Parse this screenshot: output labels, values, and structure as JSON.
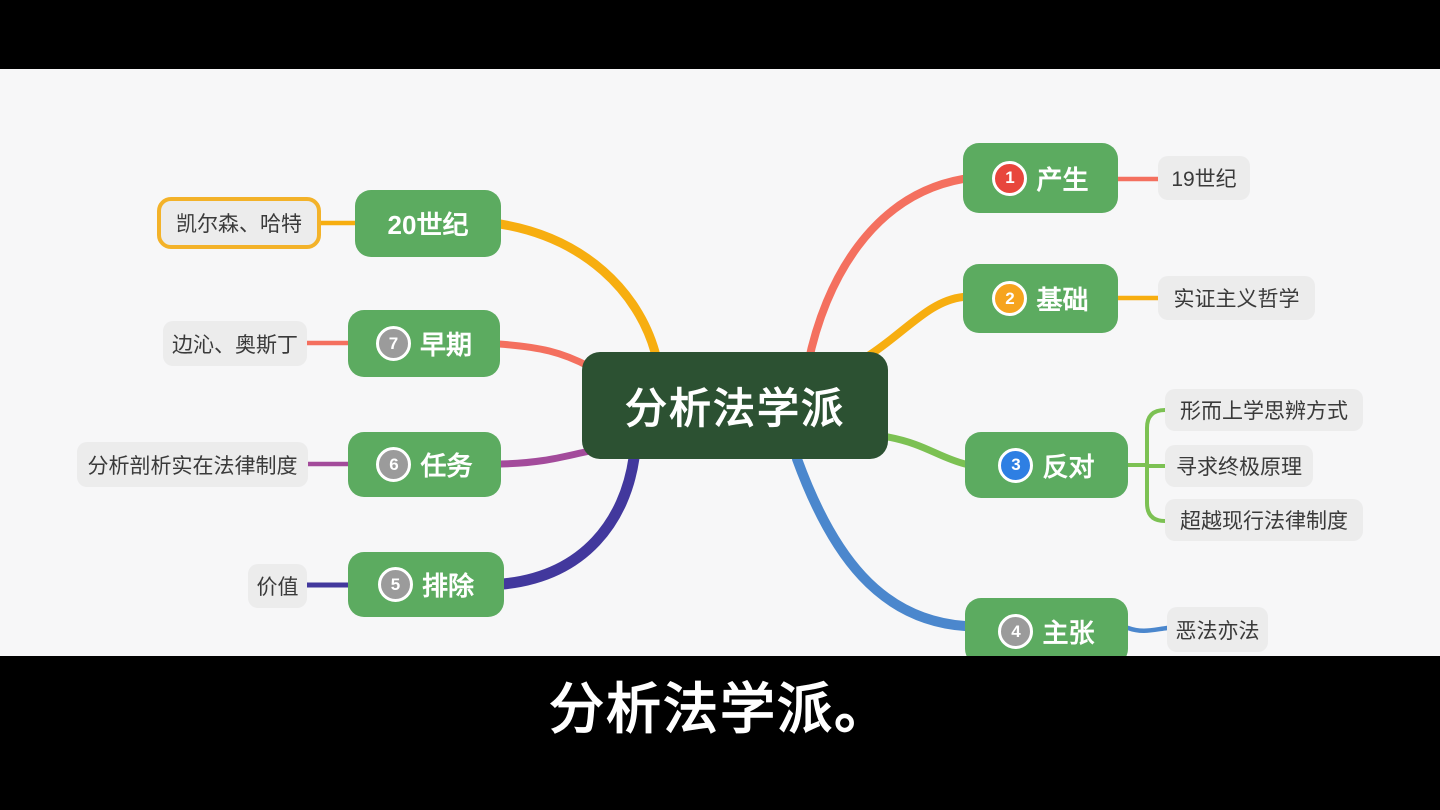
{
  "subtitle": {
    "text": "分析法学派。"
  },
  "map": {
    "center": {
      "label": "分析法学派"
    },
    "right": [
      {
        "badge": "1",
        "label": "产生",
        "line_color": "#f4705f",
        "badge_color": "#e8463c",
        "children": [
          {
            "label": "19世纪"
          }
        ]
      },
      {
        "badge": "2",
        "label": "基础",
        "line_color": "#f7ae10",
        "badge_color": "#f6a41e",
        "children": [
          {
            "label": "实证主义哲学"
          }
        ]
      },
      {
        "badge": "3",
        "label": "反对",
        "line_color": "#7cc153",
        "badge_color": "#2e7fe3",
        "children": [
          {
            "label": "形而上学思辨方式"
          },
          {
            "label": "寻求终极原理"
          },
          {
            "label": "超越现行法律制度"
          }
        ]
      },
      {
        "badge": "4",
        "label": "主张",
        "line_color": "#4b87cd",
        "badge_color": "#9b9b9b",
        "children": [
          {
            "label": "恶法亦法"
          }
        ]
      }
    ],
    "left": [
      {
        "badge": "",
        "label": "20世纪",
        "line_color": "#f7ae10",
        "badge_color": "",
        "children": [
          {
            "label": "凯尔森、哈特",
            "highlighted": true
          }
        ]
      },
      {
        "badge": "7",
        "label": "早期",
        "line_color": "#f4705f",
        "badge_color": "#9b9b9b",
        "children": [
          {
            "label": "边沁、奥斯丁"
          }
        ]
      },
      {
        "badge": "6",
        "label": "任务",
        "line_color": "#a34b9b",
        "badge_color": "#9b9b9b",
        "children": [
          {
            "label": "分析剖析实在法律制度"
          }
        ]
      },
      {
        "badge": "5",
        "label": "排除",
        "line_color": "#42389d",
        "badge_color": "#9b9b9b",
        "children": [
          {
            "label": "价值"
          }
        ]
      }
    ]
  },
  "colors": {
    "background": "#f7f7f8",
    "letterbox": "#000000",
    "center_node": "#2c5132",
    "branch_node": "#5cab60",
    "leaf_box": "#ececec",
    "highlight_border": "#f3b229",
    "subtitle_text": "#ffffff"
  }
}
